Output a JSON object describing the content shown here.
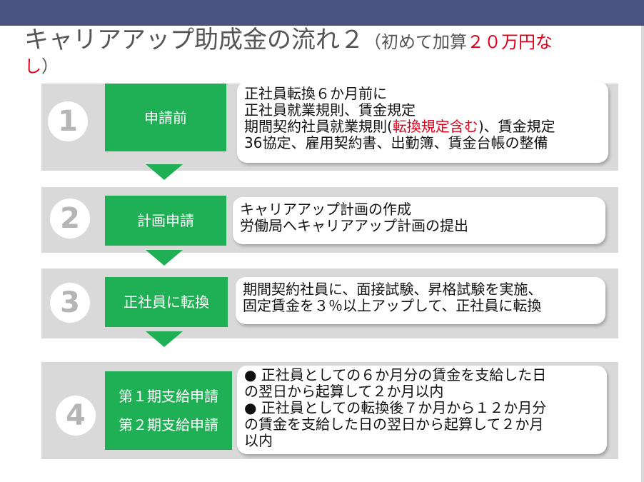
{
  "title": {
    "main": "キャリアアップ助成金の流れ２",
    "paren_open": "（初めて加算",
    "highlight": "２０万円な",
    "highlight2": "し",
    "paren_close": "）"
  },
  "steps": [
    {
      "number": "1",
      "label_lines": [
        "申請前"
      ],
      "text": {
        "l1": "正社員転換６か月前に",
        "l2": "正社員就業規則、賃金規定",
        "l3a": "期間契約社員就業規則(",
        "l3red": "転換規定含む",
        "l3b": ")、賃金規定",
        "l4": "36協定、雇用契約書、出勤簿、賃金台帳の整備"
      }
    },
    {
      "number": "2",
      "label_lines": [
        "計画申請"
      ],
      "text": {
        "l1": "キャリアアップ計画の作成",
        "l2": "労働局へキャリアアップ計画の提出"
      }
    },
    {
      "number": "3",
      "label_lines": [
        "正社員に転換"
      ],
      "text": {
        "l1": "期間契約社員に、面接試験、昇格試験を実施、",
        "l2": "固定賃金を３％以上アップして、正社員に転換"
      }
    },
    {
      "number": "4",
      "label_lines": [
        "第１期支給申請",
        "第２期支給申請"
      ],
      "text": {
        "l1": "● 正社員としての６か月分の賃金を支給した日",
        "l2": "の翌日から起算して２か月以内",
        "l3": "● 正社員としての転換後７か月から１２か月分",
        "l4": "の賃金を支給した日の翌日から起算して２か月",
        "l5": "以内"
      }
    }
  ],
  "colors": {
    "header": "#4a5280",
    "green": "#1faf54",
    "row_bg": "#d9d9d9",
    "accent_red": "#e0001a"
  }
}
